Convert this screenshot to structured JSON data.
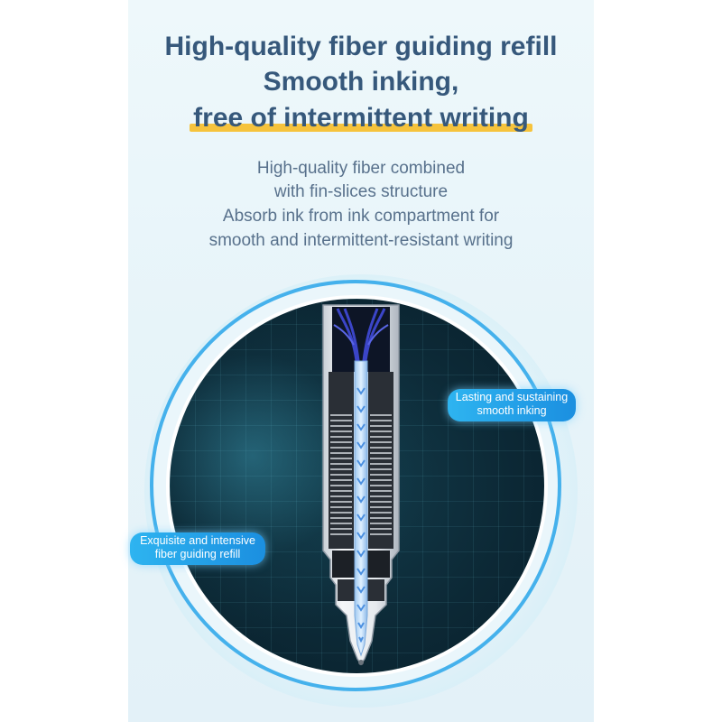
{
  "headline": {
    "line1": "High-quality fiber guiding refill",
    "line2": "Smooth inking,",
    "line3": "free of intermittent writing"
  },
  "subtext": {
    "line1": "High-quality fiber combined",
    "line2": "with fin-slices structure",
    "line3": "Absorb ink from ink compartment for",
    "line4": "smooth and intermittent-resistant writing"
  },
  "callouts": {
    "right": {
      "line1": "Lasting and sustaining",
      "line2": "smooth inking"
    },
    "left": {
      "line1": "Exquisite and intensive",
      "line2": "fiber guiding refill"
    }
  },
  "colors": {
    "heading": "#36587b",
    "highlight": "#f6c33c",
    "ring": "#45b1ec",
    "callout": "#1b8fe0",
    "ink": "#3b45c8"
  }
}
